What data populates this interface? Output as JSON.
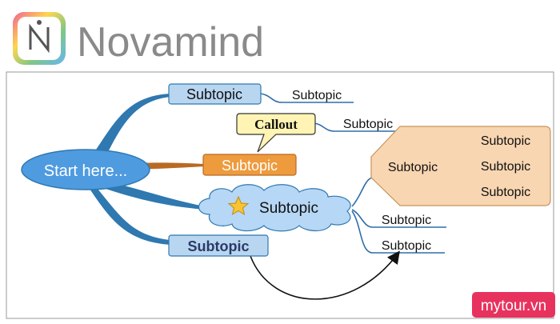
{
  "logo": {
    "name": "Novamind",
    "parts": [
      "Nova",
      "m",
      "ı",
      "nd"
    ]
  },
  "watermark": {
    "text": "mytour.vn"
  },
  "mindmap": {
    "root": "Start here...",
    "branches": {
      "b1": {
        "label": "Subtopic",
        "child": "Subtopic"
      },
      "b2": {
        "label": "Subtopic",
        "callout": "Callout",
        "callout_child": "Subtopic"
      },
      "b3": {
        "label": "Subtopic",
        "boundary_label": "Subtopic",
        "boundary_children": [
          "Subtopic",
          "Subtopic",
          "Subtopic"
        ],
        "children": [
          "Subtopic",
          "Subtopic"
        ]
      },
      "b4": {
        "label": "Subtopic"
      }
    }
  },
  "colors": {
    "branch_blue": "#2f78b0",
    "node_blue_fill": "#b9d6f1",
    "root_fill": "#4e9be0",
    "orange_fill": "#ee9b3e",
    "callout_fill": "#fff4b3",
    "boundary_fill": "#f8d6b2",
    "cloud_fill": "#b6d7f5",
    "watermark_bg": "#e8325e"
  }
}
